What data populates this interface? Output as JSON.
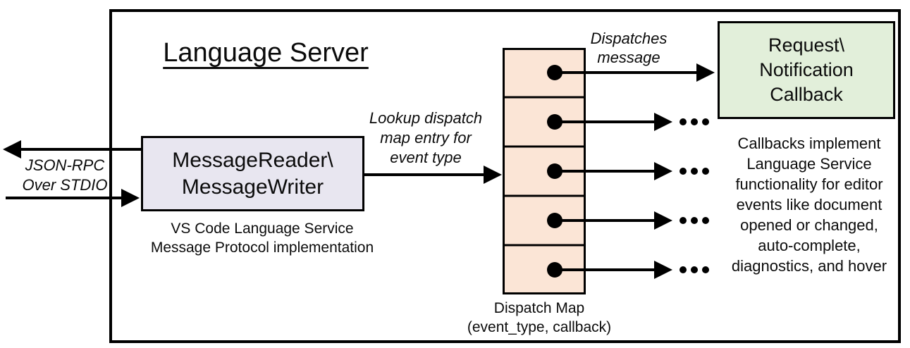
{
  "diagram": {
    "title": "Language Server",
    "io_label": "JSON-RPC\nOver STDIO",
    "reader_box": "MessageReader\\\nMessageWriter",
    "reader_caption": "VS Code Language Service\nMessage Protocol implementation",
    "lookup_label": "Lookup dispatch\nmap entry for\nevent type",
    "dispatch_label": "Dispatches\nmessage",
    "callback_box": "Request\\\nNotification\nCallback",
    "callbacks_note": "Callbacks implement\nLanguage Service\nfunctionality for editor\nevents like document\nopened or changed,\nauto-complete,\ndiagnostics, and hover",
    "map_caption": "Dispatch Map\n(event_type, callback)",
    "map_rows": 5,
    "colors": {
      "reader_fill": "#e8e6f0",
      "map_fill": "#fbe5d6",
      "callback_fill": "#e2efda",
      "line": "#000000"
    }
  }
}
